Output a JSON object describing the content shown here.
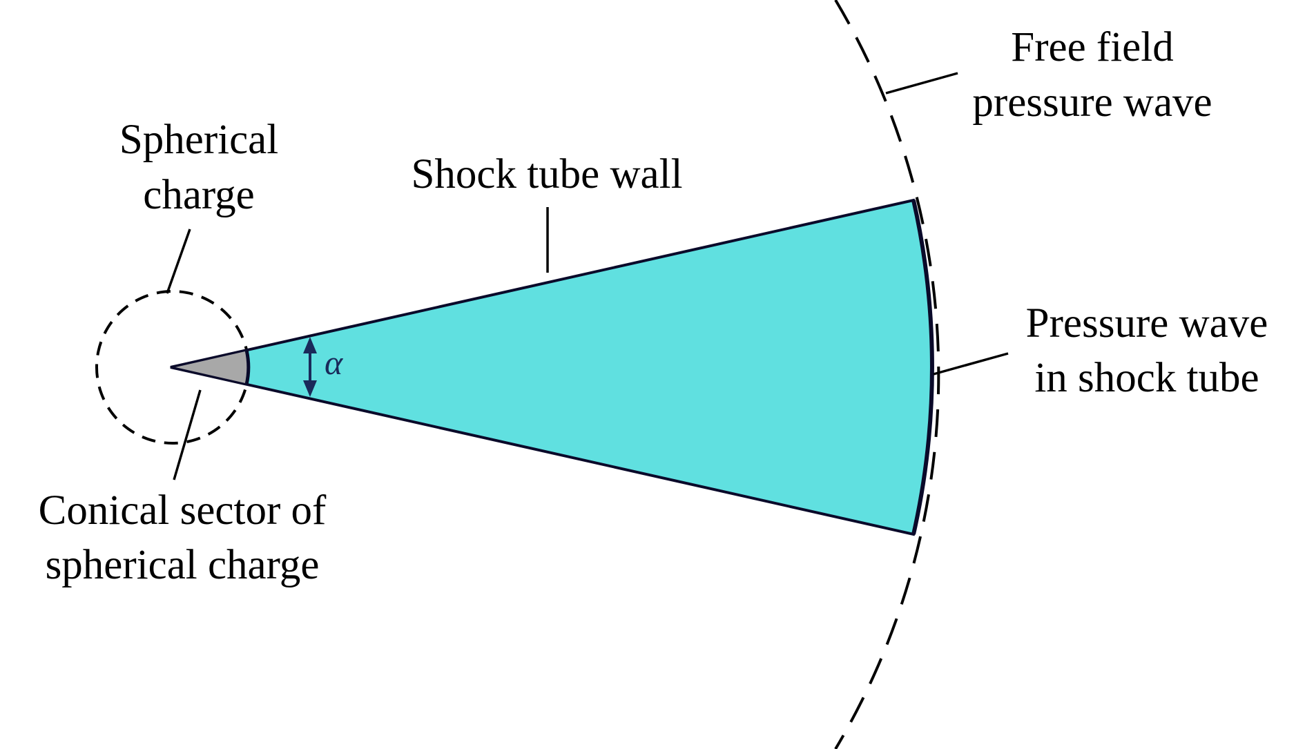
{
  "labels": {
    "free_field_line1": "Free field",
    "free_field_line2": "pressure wave",
    "spherical_line1": "Spherical",
    "spherical_line2": "charge",
    "shock_tube_wall": "Shock tube wall",
    "pressure_wave_line1": "Pressure wave",
    "pressure_wave_line2": "in shock tube",
    "conical_line1": "Conical sector of",
    "conical_line2": "spherical charge",
    "angle_symbol": "α"
  },
  "colors": {
    "shock_tube_fill": "#60E0E0",
    "charge_sector_fill": "#A8A8A8",
    "outline": "#0A0A2A",
    "angle_marker": "#1A2A5A",
    "dashed": "#000000"
  }
}
